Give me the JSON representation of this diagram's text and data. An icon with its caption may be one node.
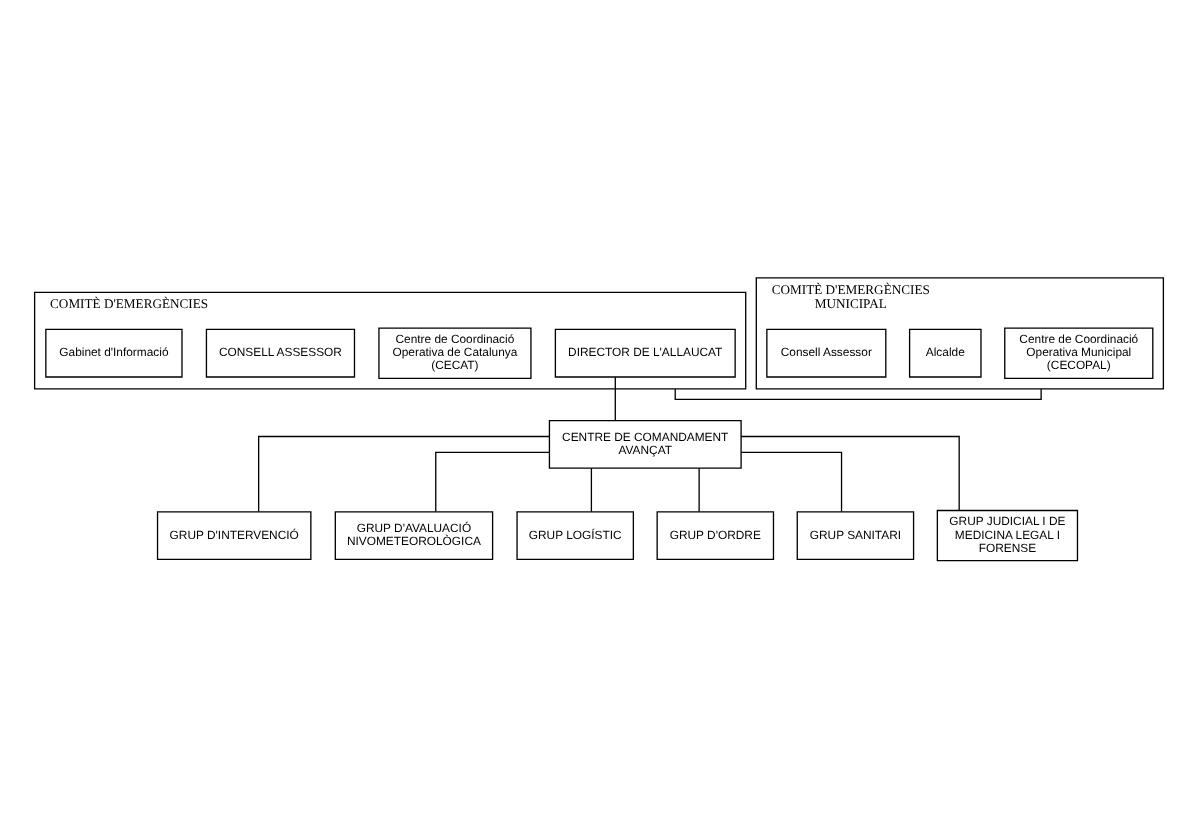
{
  "diagram": {
    "nodes": [
      {
        "text": [
          "COMITÈ D'EMERGÈNCIES"
        ]
      },
      {
        "text": [
          "DIRECTOR DE L'ALLAUCAT"
        ],
        "in": 0
      },
      {
        "text": [
          "Centre de Coordinació Operativa de Catalunya (CECAT)"
        ],
        "in": 0
      },
      {
        "text": [
          "CONSELL ASSESSOR"
        ],
        "in": 0
      },
      {
        "text": [
          "Gabinet d'Informació"
        ],
        "in": 0
      },
      {
        "text": [
          "COMITÈ D'EMERGÈNCIES MUNICIPAL"
        ]
      },
      {
        "text": [
          "Centre de Coordinació Operativa Municipal (CECOPAL)"
        ],
        "in": 5
      },
      {
        "text": [
          "Alcalde"
        ],
        "in": 5
      },
      {
        "text": [
          "Consell Assessor"
        ],
        "in": 5
      },
      {
        "text": [
          "CENTRE DE COMANDAMENT AVANÇAT"
        ]
      },
      {
        "text": [
          "GRUP D'INTERVENCIÓ"
        ]
      },
      {
        "text": [
          "GRUP D'AVALUACIÓ NIVOMETEOROLÒGICA"
        ]
      },
      {
        "text": [
          "GRUP LOGÍSTIC"
        ]
      },
      {
        "text": [
          "GRUP D'ORDRE"
        ]
      },
      {
        "text": [
          "GRUP SANITARI"
        ]
      },
      {
        "text": [
          "GRUP JUDICIAL I DE MEDICINA LEGAL I FORENSE"
        ]
      }
    ],
    "edges": [
      {
        "from": 0,
        "to": 5,
        "arrow": "none"
      },
      {
        "from": 1,
        "to": 9,
        "arrow": "none"
      },
      {
        "from": 9,
        "to": 10,
        "arrow": "none"
      },
      {
        "from": 9,
        "to": 11,
        "arrow": "none"
      },
      {
        "from": 9,
        "to": 12,
        "arrow": "none"
      },
      {
        "from": 9,
        "to": 13,
        "arrow": "none"
      },
      {
        "from": 9,
        "to": 14,
        "arrow": "none"
      },
      {
        "from": 9,
        "to": 15,
        "arrow": "none"
      }
    ]
  }
}
